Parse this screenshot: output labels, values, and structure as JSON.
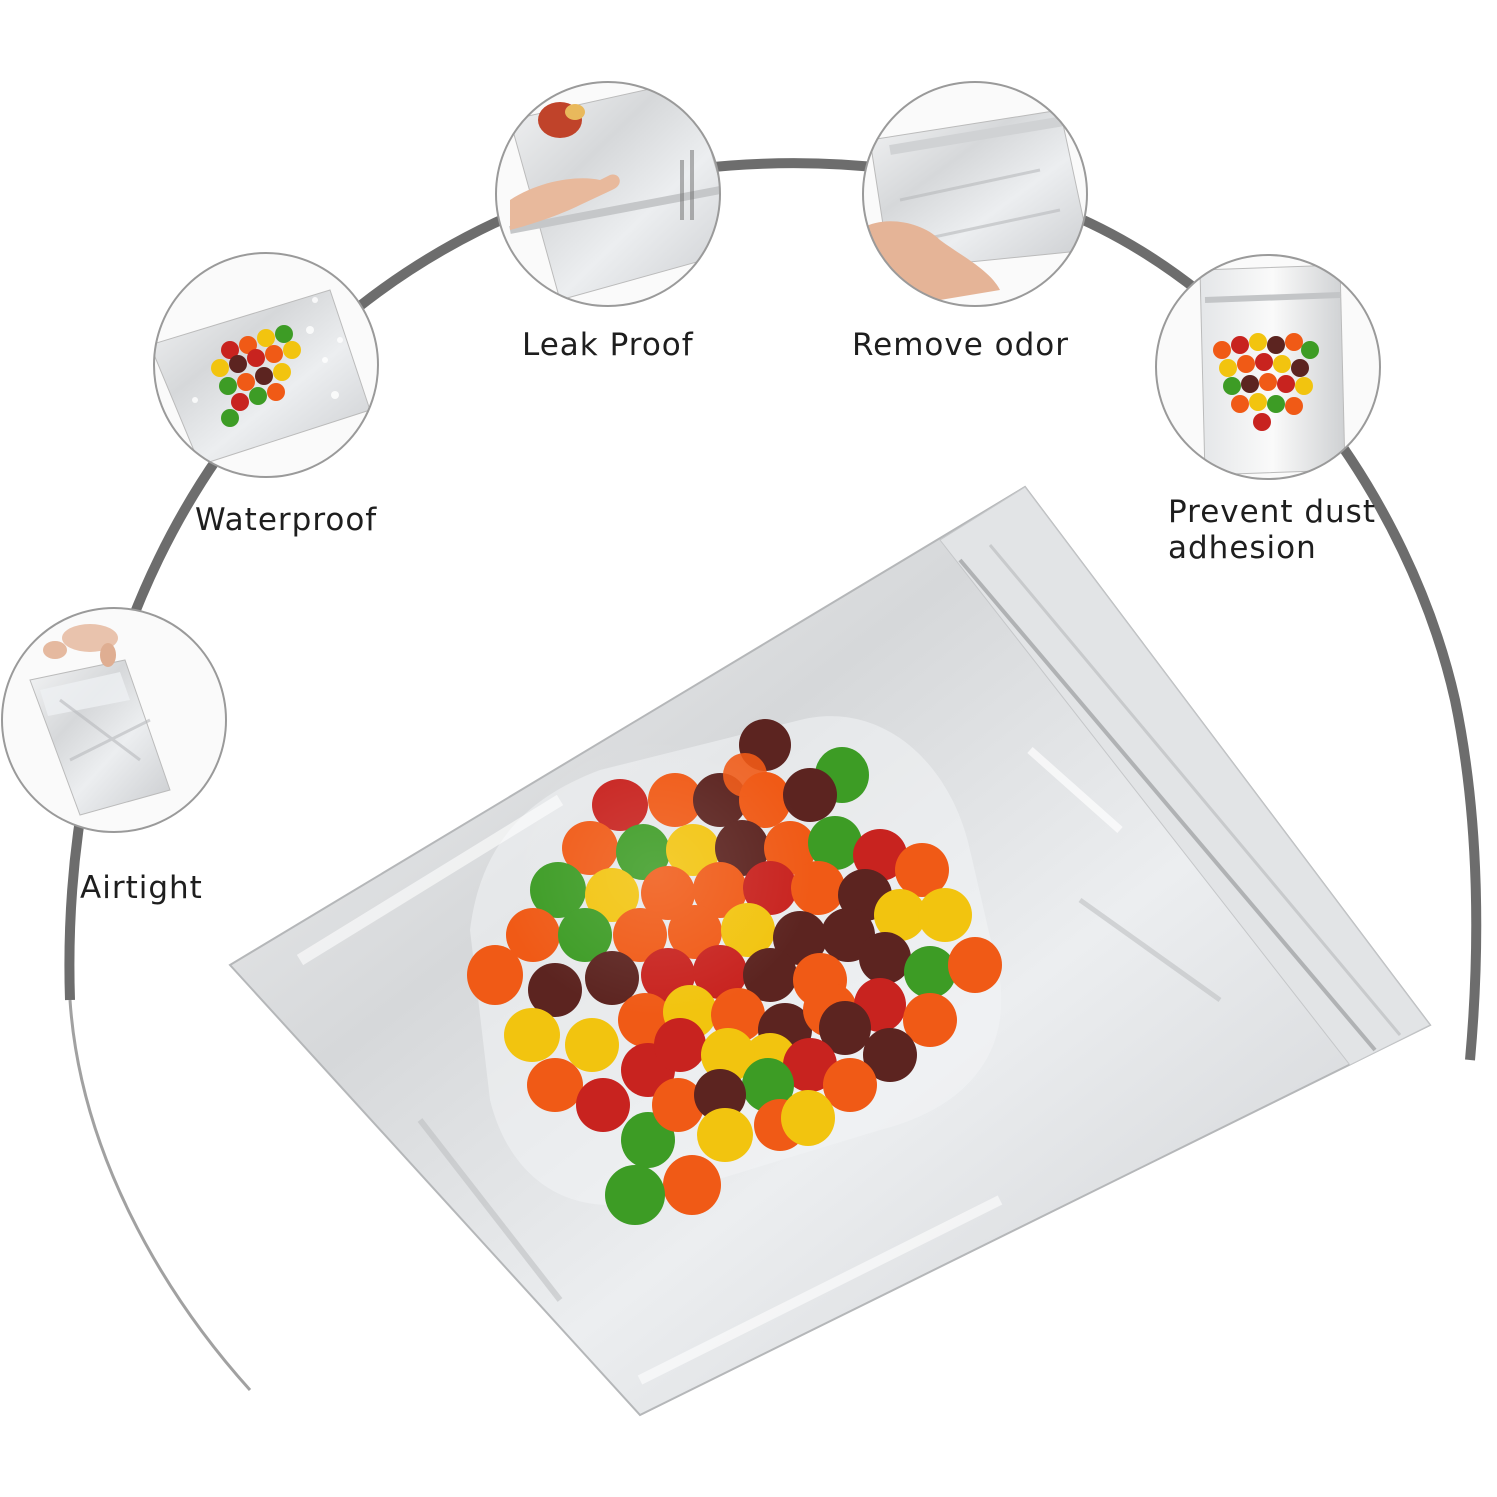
{
  "features": {
    "airtight": "Airtight",
    "waterproof": "Waterproof",
    "leak_proof": "Leak Proof",
    "remove_odor": "Remove odor",
    "prevent_dust_line1": "Prevent dust",
    "prevent_dust_line2": "adhesion"
  },
  "colors": {
    "arc": "#6d6d6d",
    "circle_border": "#9a9a9a",
    "foil": "#d9dadc",
    "skittle_red": "#c8231f",
    "skittle_orange": "#f05a16",
    "skittle_yellow": "#f2c40f",
    "skittle_green": "#3d9c25",
    "skittle_purple": "#5c2420"
  }
}
